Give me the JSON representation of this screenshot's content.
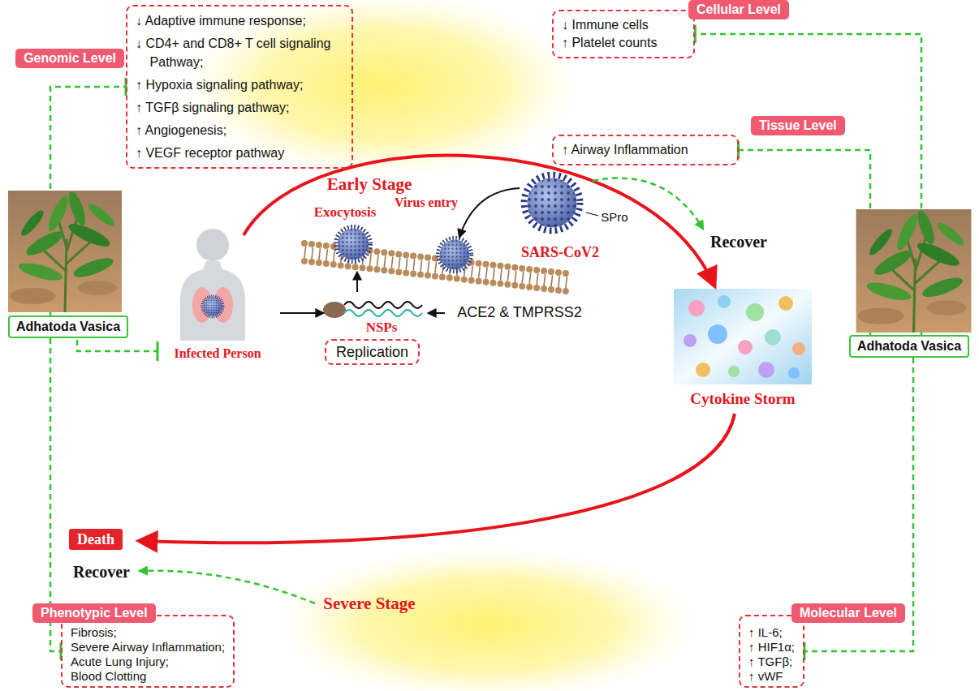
{
  "diagram": {
    "nodes": [
      {
        "text": [
          "Genomic Level"
        ]
      },
      {
        "text": [
          "↓ Adaptive immune response;",
          "↓ CD4+ and CD8+ T cell signaling Pathway;",
          "↑ Hypoxia signaling pathway;",
          "↑ TGFβ signaling pathway;",
          "↑ Angiogenesis;",
          "↑ VEGF receptor pathway"
        ]
      },
      {
        "text": [
          "Cellular Level"
        ]
      },
      {
        "text": [
          "↓ Immune cells",
          "↑ Platelet counts"
        ]
      },
      {
        "text": [
          "Tissue Level"
        ]
      },
      {
        "text": [
          "↑ Airway Inflammation"
        ]
      },
      {
        "text": [
          "Adhatoda Vasica"
        ]
      },
      {
        "text": [
          "Adhatoda Vasica"
        ]
      },
      {
        "text": [
          "Replication"
        ]
      },
      {
        "text": [
          "Death"
        ]
      },
      {
        "text": [
          "Phenotypic Level"
        ]
      },
      {
        "text": [
          "Fibrosis;",
          "Severe Airway Inflammation;",
          "Acute Lung Injury;",
          "Blood Clotting"
        ]
      },
      {
        "text": [
          "Molecular Level"
        ]
      },
      {
        "text": [
          "↑ IL-6;",
          "↑ HIF1α;",
          "↑ TGFβ;",
          "↑ vWF"
        ]
      }
    ],
    "edges": [
      {
        "from": 6,
        "to": 1,
        "arrow": "to"
      },
      {
        "from": 6,
        "to": 11,
        "arrow": "to"
      },
      {
        "from": 7,
        "to": 3,
        "arrow": "to"
      },
      {
        "from": 7,
        "to": 5,
        "arrow": "to"
      },
      {
        "from": 7,
        "to": 13,
        "arrow": "to"
      }
    ],
    "labels": [
      "Early Stage",
      "Recover",
      "Virus entry",
      "SPro",
      "Exocytosis",
      "SARS-CoV2",
      "NSPs",
      "ACE2 & TMPRSS2",
      "Infected Person",
      "Cytokine Storm",
      "Recover",
      "Severe Stage"
    ]
  }
}
